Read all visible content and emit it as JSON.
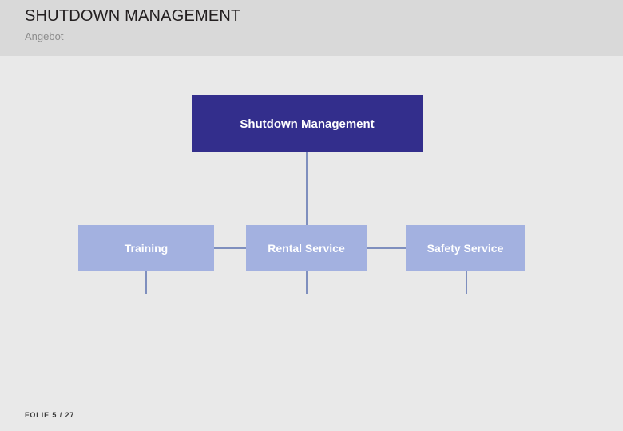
{
  "header": {
    "title": "SHUTDOWN MANAGEMENT",
    "subtitle": "Angebot",
    "bg_color": "#d9d9d9"
  },
  "slide": {
    "background": "#e9e9e9",
    "footer": "FOLIE 5 / 27"
  },
  "chart_data": {
    "type": "diagram",
    "layout": "org-tree",
    "root": {
      "label": "Shutdown Management",
      "fill": "#332e8c",
      "text_color": "#ffffff"
    },
    "children": [
      {
        "label": "Training",
        "fill": "#a3b1e0",
        "text_color": "#ffffff"
      },
      {
        "label": "Rental Service",
        "fill": "#a3b1e0",
        "text_color": "#ffffff"
      },
      {
        "label": "Safety Service",
        "fill": "#a3b1e0",
        "text_color": "#ffffff"
      }
    ],
    "connector_color": "#7f8fbe"
  }
}
